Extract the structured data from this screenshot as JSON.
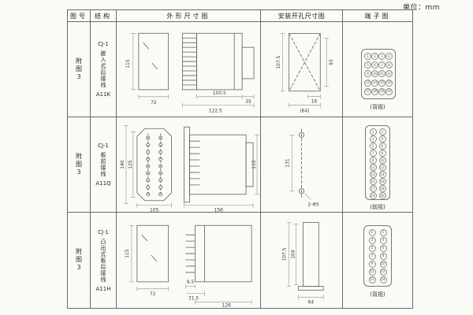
{
  "page": {
    "unit_label": "单位：mm"
  },
  "table": {
    "headers": {
      "fig_no": "图号",
      "structure": "结构",
      "outline": "外形尺寸图",
      "install": "安装开孔尺寸图",
      "terminal": "端子图"
    },
    "rows": [
      {
        "fig_no": "附图3",
        "model": "CJ-1",
        "structure_desc": "嵌入式后接线",
        "code": "A11K",
        "outline": {
          "d_height": "115",
          "d_width": "72",
          "d_body": "100.5",
          "d_total": "122.5",
          "d_tail": "35"
        },
        "install": {
          "d_height": "107.5",
          "d_inner": "93",
          "d_small": "16",
          "d_width": "(64)"
        },
        "terminal": {
          "view_label": "(背视)",
          "numbers": [
            "1",
            "2",
            "3",
            "4",
            "5",
            "6",
            "7",
            "8",
            "9",
            "10",
            "11",
            "12",
            "13",
            "14",
            "15",
            "16",
            "17",
            "18",
            "19",
            "20"
          ]
        }
      },
      {
        "fig_no": "附图3",
        "model": "CJ-1",
        "structure_desc": "板前接线",
        "code": "A11Q",
        "outline": {
          "d_height": "140",
          "d_inner": "125",
          "d_width": "105",
          "d_length": "156",
          "d_side_height": "115"
        },
        "install": {
          "d_spacing": "131",
          "d_holes": "2-Φ5"
        },
        "terminal": {
          "view_label": "(前视)",
          "numbers": [
            "1",
            "2",
            "3",
            "4",
            "5",
            "6",
            "7",
            "8",
            "9",
            "10",
            "11",
            "12",
            "13",
            "14",
            "15",
            "16",
            "17",
            "18",
            "19",
            "20"
          ]
        }
      },
      {
        "fig_no": "附图3",
        "model": "CJ-1",
        "structure_desc": "凸出式板后接线",
        "code": "A11H",
        "outline": {
          "d_height": "115",
          "d_width": "72",
          "d_pin": "9.5",
          "d_section": "31.5",
          "d_length": "126"
        },
        "install": {
          "d_height": "107.5",
          "d_inner": "104",
          "d_width": "64"
        },
        "terminal": {
          "view_label": "(背视)",
          "numbers": [
            "1",
            "2",
            "3",
            "4",
            "5",
            "6",
            "7",
            "8",
            "9",
            "10",
            "11",
            "12",
            "13",
            "14"
          ]
        }
      }
    ]
  }
}
